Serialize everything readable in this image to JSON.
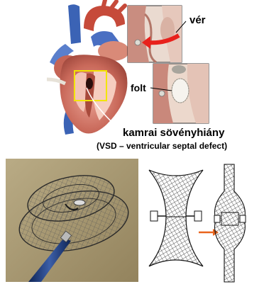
{
  "labels": {
    "blood": "vér",
    "patch": "folt",
    "defect": "kamrai sövényhiány",
    "defect_english": "(VSD – ventricular septal defect)"
  },
  "icons": {
    "heart": "heart-illustration",
    "occluder_photo": "septal-occluder-photo",
    "occluder_diagram": "septal-occluder-line-drawing"
  },
  "colors": {
    "highlight_box": "#f2e500",
    "arrow_red": "#e8211c",
    "arrow_orange": "#e9641c",
    "photo_background": "#a99a72",
    "catheter": "#1f3a78",
    "label_text": "#000000"
  }
}
